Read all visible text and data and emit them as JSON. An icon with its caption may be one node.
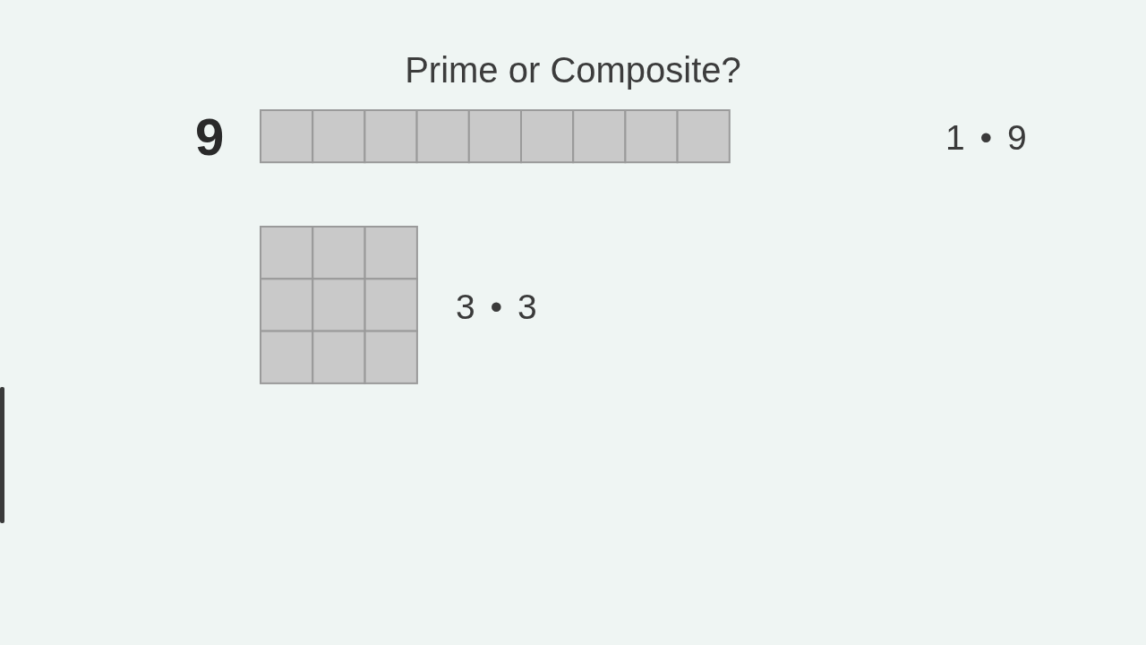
{
  "diagram": {
    "title": "Prime or Composite?",
    "labels": [
      "9",
      "1 • 9",
      "3 • 3"
    ]
  }
}
